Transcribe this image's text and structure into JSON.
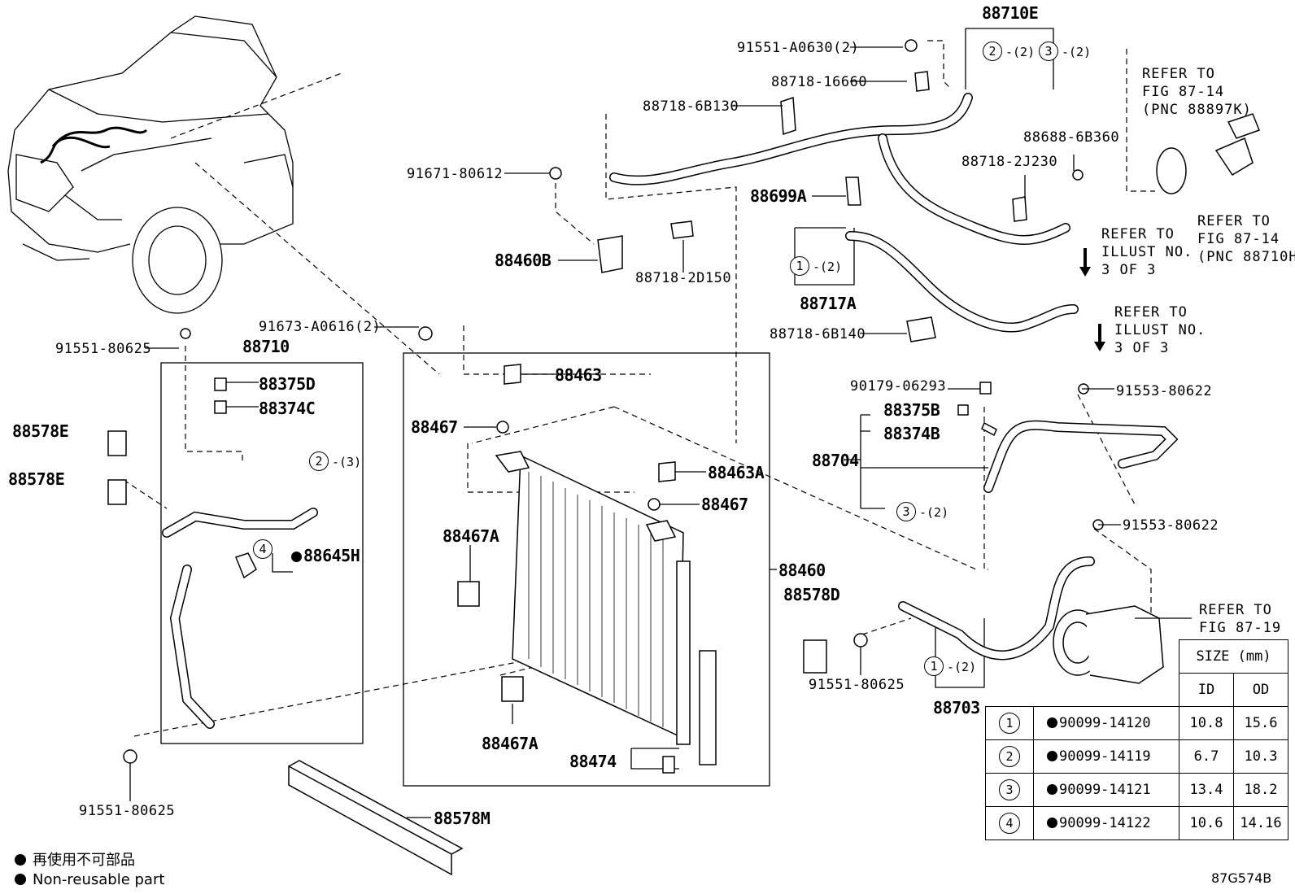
{
  "labels": {
    "p88710E": "88710E",
    "p91551_A0630": "91551-A0630(2)",
    "p88718_16660": "88718-16660",
    "p88718_6B130": "88718-6B130",
    "p88688_6B360": "88688-6B360",
    "p88718_2J230": "88718-2J230",
    "p91671_80612": "91671-80612",
    "p88699A": "88699A",
    "p88460B": "88460B",
    "p88718_2D150": "88718-2D150",
    "p88717A": "88717A",
    "p88718_6B140": "88718-6B140",
    "p91673_A0616": "91673-A0616(2)",
    "p91551_80625_top": "91551-80625",
    "p88710": "88710",
    "p88375D": "88375D",
    "p88374C": "88374C",
    "p88578E_1": "88578E",
    "p88578E_2": "88578E",
    "p88645H": "88645H",
    "p88463": "88463",
    "p88467_1": "88467",
    "p88463A": "88463A",
    "p88467_2": "88467",
    "p88467A_1": "88467A",
    "p88467A_2": "88467A",
    "p88460": "88460",
    "p88474": "88474",
    "p88578M": "88578M",
    "p91551_80625_bottom": "91551-80625",
    "p90179_06293": "90179-06293",
    "p91553_80622_1": "91553-80622",
    "p88375B": "88375B",
    "p88374B": "88374B",
    "p88704": "88704",
    "p91553_80622_2": "91553-80622",
    "p88578D": "88578D",
    "p91551_80625_right": "91551-80625",
    "p88703": "88703"
  },
  "qty": {
    "q2_top": "-(2)",
    "q3_top": "-(2)",
    "q1_88717A": "-(2)",
    "q2_88710": "-(3)",
    "q3_88704": "-(2)",
    "q1_88703": "-(2)"
  },
  "circles": {
    "c1": "1",
    "c2": "2",
    "c3": "3",
    "c4": "4"
  },
  "refs": {
    "fig_88897K": "REFER TO\nFIG 87-14\n(PNC 88897K)",
    "fig_88710H": "REFER TO\nFIG 87-14\n(PNC 88710H)",
    "illust_a": "REFER TO\nILLUST NO.\n3 OF 3",
    "illust_b": "REFER TO\nILLUST NO.\n3 OF 3",
    "fig_87_19": "REFER TO\nFIG 87-19"
  },
  "size_table": {
    "header": "SIZE (mm)",
    "col_id": "ID",
    "col_od": "OD",
    "rows": [
      {
        "num": "1",
        "part": "90099-14120",
        "id": "10.8",
        "od": "15.6"
      },
      {
        "num": "2",
        "part": "90099-14119",
        "id": "6.7",
        "od": "10.3"
      },
      {
        "num": "3",
        "part": "90099-14121",
        "id": "13.4",
        "od": "18.2"
      },
      {
        "num": "4",
        "part": "90099-14122",
        "id": "10.6",
        "od": "14.16"
      }
    ]
  },
  "legend": {
    "line1": "再使用不可部品",
    "line2": "Non-reusable part"
  },
  "figure_code": "87G574B"
}
